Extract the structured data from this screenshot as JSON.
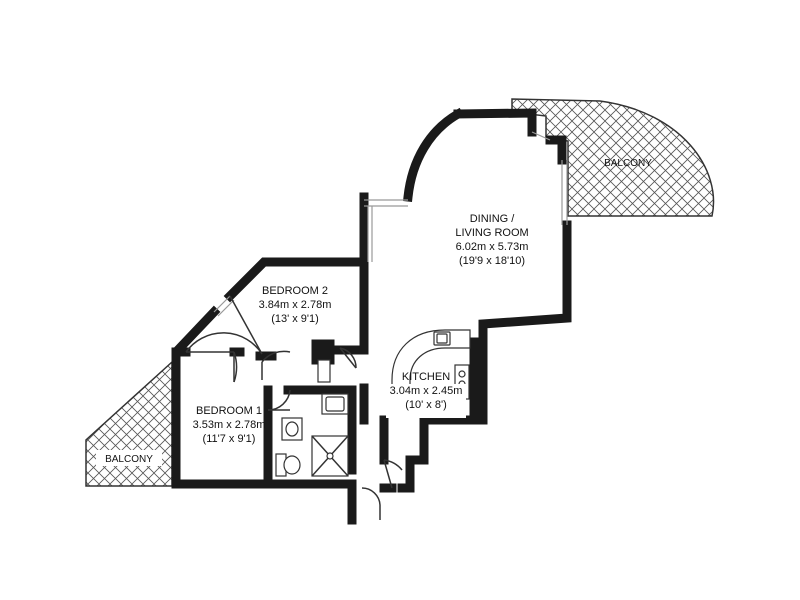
{
  "rooms": {
    "dining": {
      "name_line1": "DINING /",
      "name_line2": "LIVING ROOM",
      "metric": "6.02m x 5.73m",
      "imperial": "(19'9 x 18'10)"
    },
    "bedroom2": {
      "name": "BEDROOM 2",
      "metric": "3.84m x 2.78m",
      "imperial": "(13' x 9'1)"
    },
    "bedroom1": {
      "name": "BEDROOM 1",
      "metric": "3.53m x 2.78m",
      "imperial": "(11'7 x 9'1)"
    },
    "kitchen": {
      "name": "KITCHEN",
      "metric": "3.04m x 2.45m",
      "imperial": "(10' x 8')"
    }
  },
  "balconies": {
    "right": "BALCONY",
    "left": "BALCONY"
  },
  "colors": {
    "wall": "#1a1a1a",
    "hatch": "#555555",
    "background": "#ffffff"
  },
  "icons": [
    "door-swing-icon",
    "toilet-icon",
    "sink-icon",
    "shower-icon",
    "hob-icon"
  ]
}
